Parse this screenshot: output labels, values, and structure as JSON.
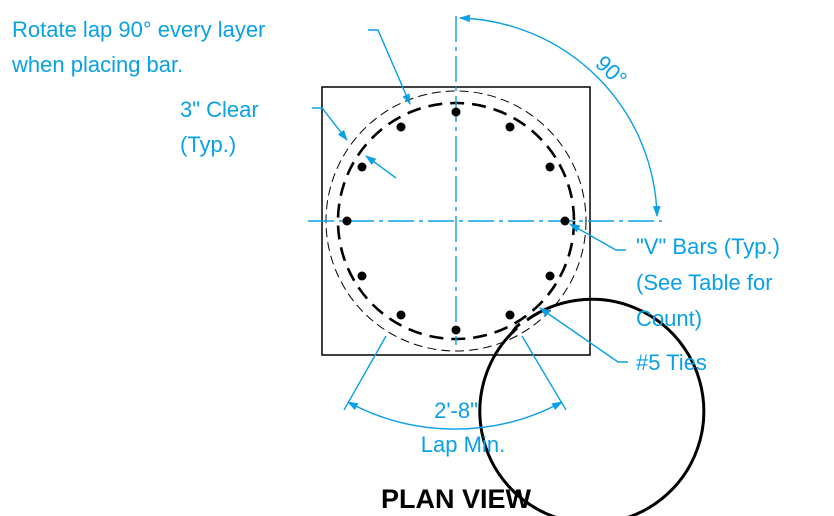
{
  "colors": {
    "annotation": "#0aa0e6",
    "drawing": "#000000",
    "background": "#ffffff"
  },
  "notes": {
    "rotate_lap_line1": "Rotate lap 90° every layer",
    "rotate_lap_line2": "when placing bar.",
    "clear_line1": "3\" Clear",
    "clear_line2": "(Typ.)",
    "angle": "90°",
    "v_bars_line1": "\"V\" Bars (Typ.)",
    "v_bars_line2": "(See Table for",
    "v_bars_line3": "Count)",
    "ties": "#5 Ties",
    "lap_dim": "2'-8\"",
    "lap_label": "Lap Min."
  },
  "title": "PLAN VIEW"
}
